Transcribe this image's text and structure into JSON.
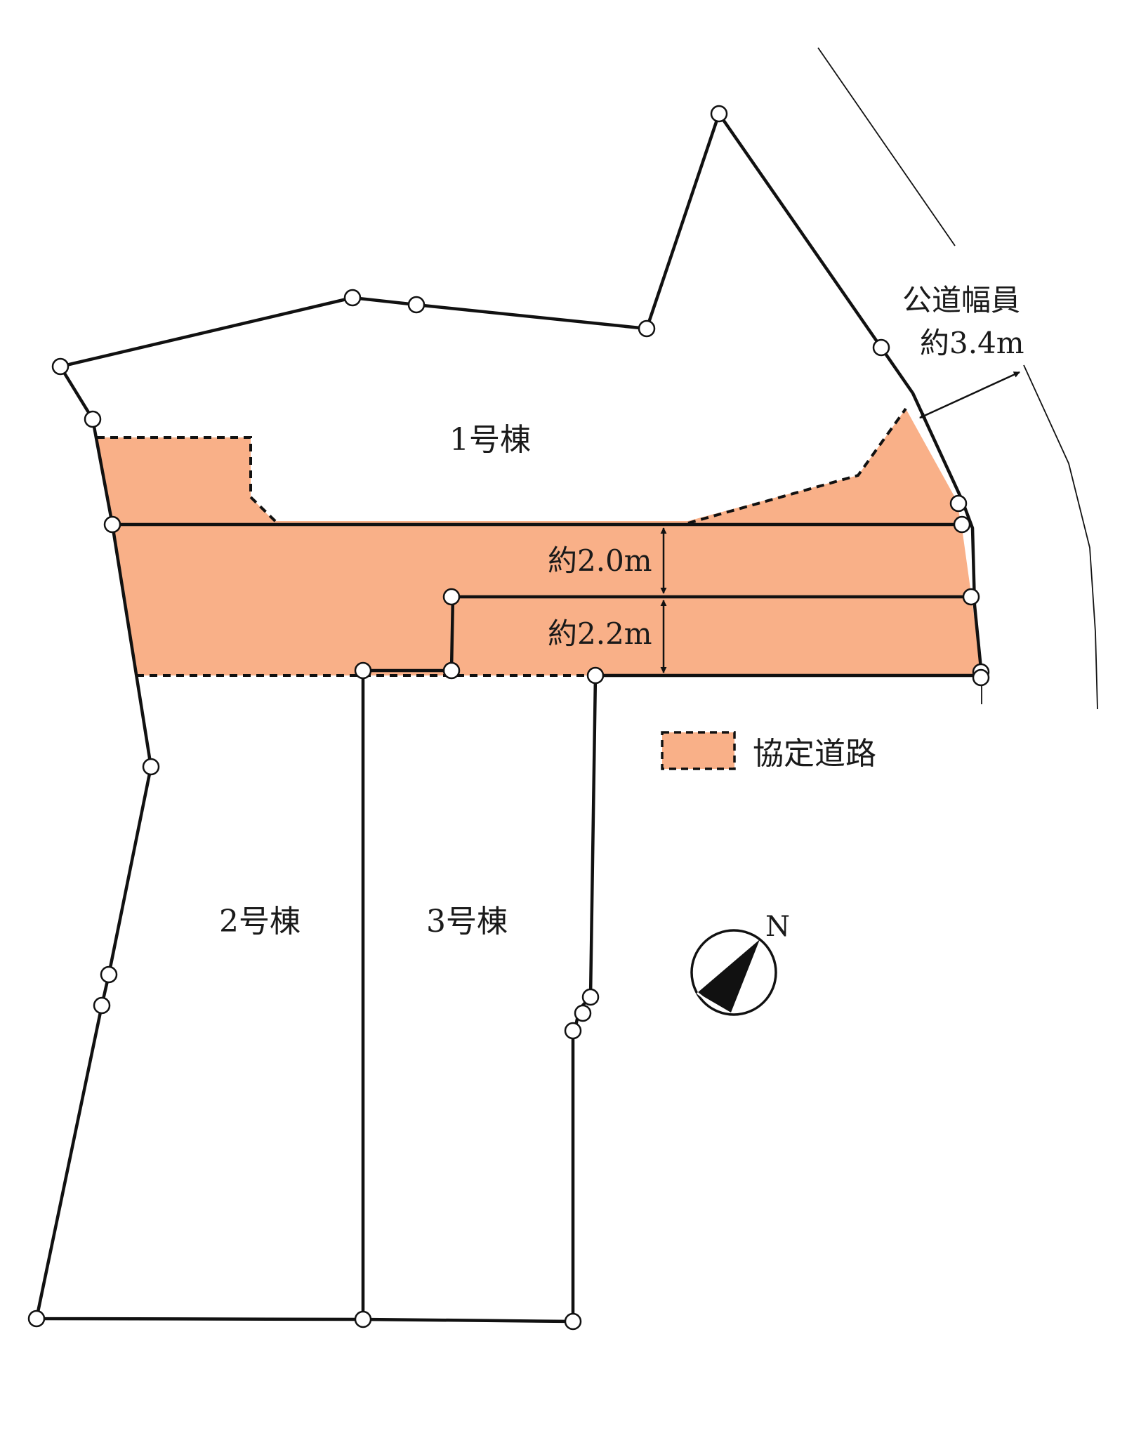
{
  "lots": {
    "lot1": "1号棟",
    "lot2": "2号棟",
    "lot3": "3号棟"
  },
  "public_road": {
    "label_line1": "公道幅員",
    "label_line2": "約3.4m"
  },
  "dimensions": {
    "upper": "約2.0m",
    "lower": "約2.2m"
  },
  "legend": {
    "agreement_road": "協定道路"
  },
  "compass": {
    "north": "N"
  },
  "colors": {
    "agreement_road_fill": "#F9B088",
    "line": "#111111",
    "background": "#ffffff"
  }
}
